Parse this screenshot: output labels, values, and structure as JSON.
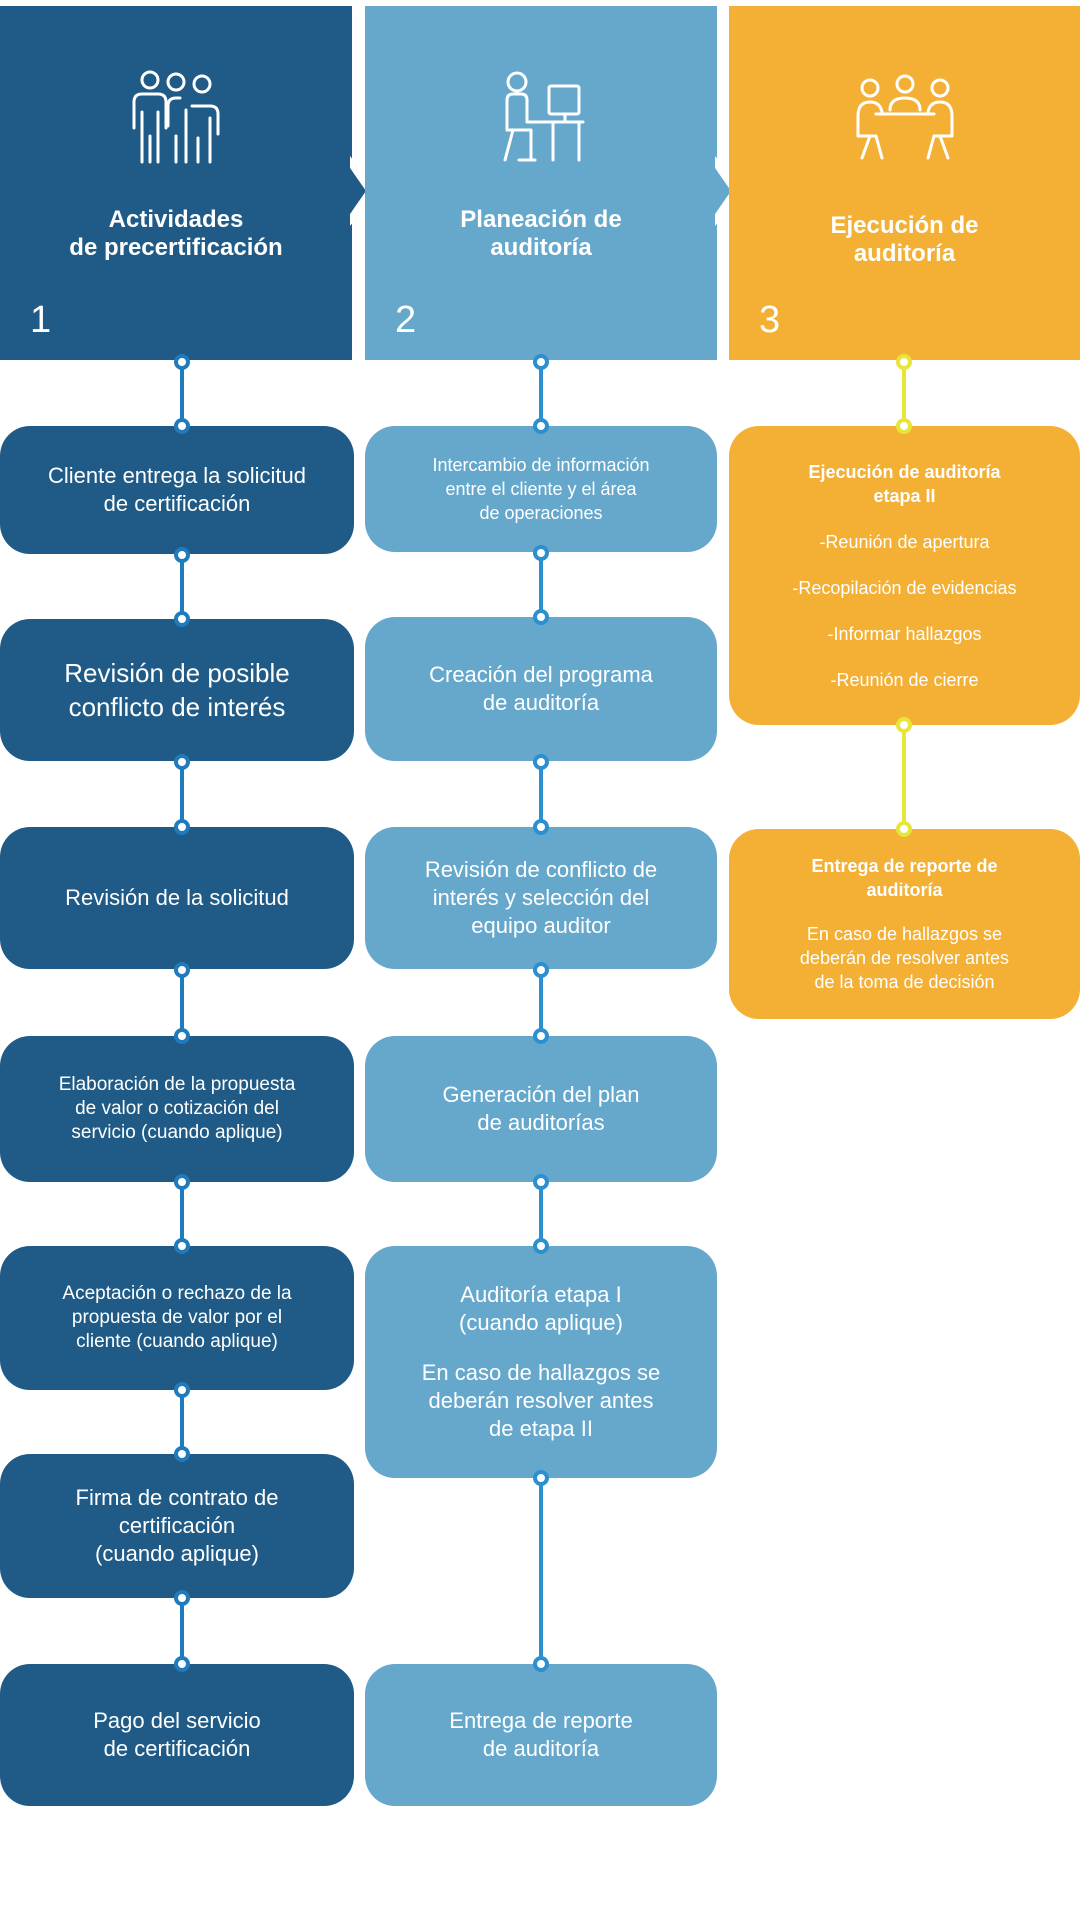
{
  "columns": [
    {
      "title_line1": "Actividades",
      "title_line2": "de precertificación",
      "number": "1",
      "icon": "people-group-icon",
      "color": "#1f5b86",
      "steps": [
        {
          "lines": [
            "Cliente entrega la solicitud",
            "de certificación"
          ]
        },
        {
          "lines": [
            "Revisión de posible",
            "conflicto de interés"
          ]
        },
        {
          "lines": [
            "Revisión de la solicitud"
          ]
        },
        {
          "lines": [
            "Elaboración de la propuesta",
            "de valor o cotización del",
            "servicio (cuando aplique)"
          ]
        },
        {
          "lines": [
            "Aceptación o rechazo de la",
            "propuesta de valor por el",
            "cliente (cuando aplique)"
          ]
        },
        {
          "lines": [
            "Firma de contrato de",
            "certificación",
            "(cuando aplique)"
          ]
        },
        {
          "lines": [
            "Pago del servicio",
            "de certificación"
          ]
        }
      ]
    },
    {
      "title_line1": "Planeación de",
      "title_line2": "auditoría",
      "number": "2",
      "icon": "person-at-computer-icon",
      "color": "#66a8cc",
      "steps": [
        {
          "lines": [
            "Intercambio de información",
            "entre el cliente y el área",
            "de operaciones"
          ]
        },
        {
          "lines": [
            "Creación del programa",
            "de auditoría"
          ]
        },
        {
          "lines": [
            "Revisión de conflicto de",
            "interés y selección del",
            "equipo auditor"
          ]
        },
        {
          "lines": [
            "Generación del plan",
            "de auditorías"
          ]
        },
        {
          "title": "Auditoría etapa I",
          "lines": [
            "(cuando aplique)"
          ],
          "note": [
            "En caso de hallazgos se",
            "deberán resolver antes",
            "de etapa II"
          ]
        },
        {
          "lines": [
            "Entrega de reporte",
            "de auditoría"
          ]
        }
      ]
    },
    {
      "title_line1": "Ejecución de",
      "title_line2": "auditoría",
      "number": "3",
      "icon": "meeting-table-icon",
      "color": "#f4b035",
      "steps": [
        {
          "title_lines": [
            "Ejecución de auditoría",
            "etapa II"
          ],
          "items": [
            "-Reunión de apertura",
            "-Recopilación de evidencias",
            "-Informar hallazgos",
            "-Reunión de cierre"
          ]
        },
        {
          "title_lines": [
            "Entrega de reporte de",
            "auditoría"
          ],
          "note": [
            "En caso de hallazgos se",
            "deberán de resolver antes",
            "de la toma de decisión"
          ]
        }
      ]
    }
  ]
}
